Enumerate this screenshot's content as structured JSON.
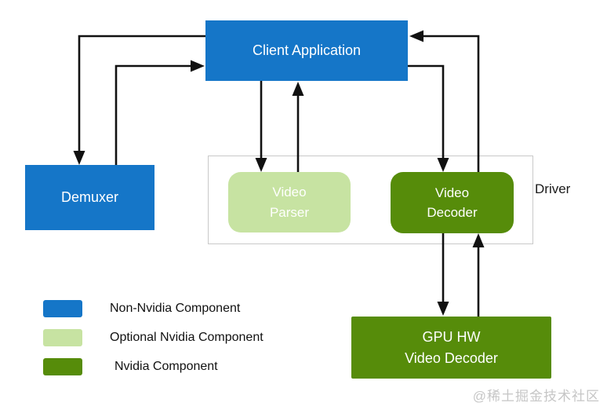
{
  "nodes": {
    "client_app": {
      "label": "Client Application"
    },
    "demuxer": {
      "label": "Demuxer"
    },
    "video_parser": {
      "lines": [
        "Video",
        "Parser"
      ]
    },
    "video_decoder": {
      "lines": [
        "Video",
        "Decoder"
      ]
    },
    "gpu_hw": {
      "lines": [
        "GPU HW",
        "Video Decoder"
      ]
    },
    "driver": {
      "label": "Driver"
    }
  },
  "legend": {
    "items": [
      {
        "label": "Non-Nvidia Component",
        "color": "#1576c8"
      },
      {
        "label": "Optional Nvidia Component",
        "color": "#c7e3a2"
      },
      {
        "label": "Nvidia Component",
        "color": "#568c0a"
      }
    ]
  },
  "colors": {
    "non_nvidia_blue": "#1576c8",
    "optional_nvidia_green": "#c7e3a2",
    "nvidia_green": "#568c0a",
    "arrow_black": "#111111",
    "driver_border_gray": "#c9c9c9",
    "watermark_gray": "#c6c6c6"
  },
  "watermark": "@稀土掘金技术社区"
}
